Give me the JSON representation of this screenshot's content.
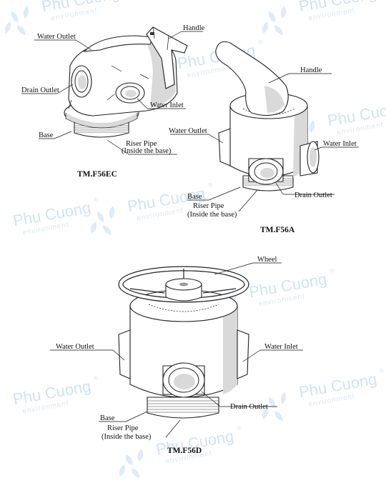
{
  "watermark": {
    "brand": "Phu Cuong",
    "sub": "environment",
    "mark": "®"
  },
  "diagram_ec": {
    "labels": {
      "handle": "Handle",
      "water_outlet": "Water Outlet",
      "drain_outlet": "Drain Outlet",
      "water_inlet": "Water Inlet",
      "base": "Base",
      "riser_pipe_1": "Riser Pipe",
      "riser_pipe_2": "(Inside the base)"
    },
    "model": "TM.F56EC"
  },
  "diagram_a": {
    "labels": {
      "handle": "Handle",
      "water_outlet": "Water Outlet",
      "water_inlet": "Water Inlet",
      "base": "Base",
      "drain_outlet": "Drain Outlet",
      "riser_pipe_1": "Riser Pipe",
      "riser_pipe_2": "(Inside the base)"
    },
    "model": "TM.F56A"
  },
  "diagram_d": {
    "labels": {
      "wheel": "Wheel",
      "water_outlet": "Water Outlet",
      "water_inlet": "Water Inlet",
      "drain_outlet": "Drain Outlet",
      "base": "Base",
      "riser_pipe_1": "Riser Pipe",
      "riser_pipe_2": "(Inside the base)"
    },
    "model": "TM.F56D"
  }
}
